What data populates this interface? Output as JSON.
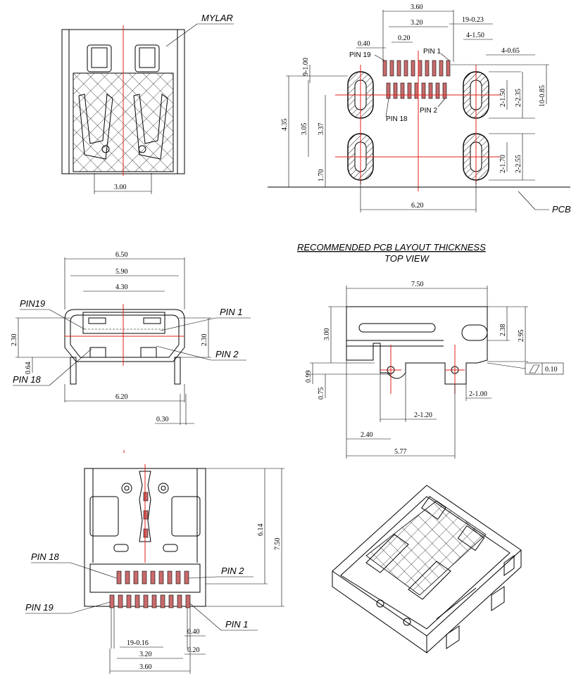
{
  "colors": {
    "centerline": "#e0221a",
    "ink": "#000000",
    "pad": "#c96b6b"
  },
  "top_left": {
    "mylar": "MYLAR",
    "dim_width": "3.00"
  },
  "pcb_layout": {
    "dims": {
      "d360": "3.60",
      "d320": "3.20",
      "d19_023": "19-0.23",
      "d040": "0.40",
      "d020": "0.20",
      "d4_150": "4-1.50",
      "d4_065": "4-0.65",
      "d9_100": "9-1.00",
      "d435": "4.35",
      "d305": "3.05",
      "d337": "3.37",
      "d170": "1.70",
      "d2_150": "2-1.50",
      "d2_235": "2-2.35",
      "d10_085": "10-0.85",
      "d2_170": "2-1.70",
      "d2_255": "2-2.55",
      "d620": "6.20"
    },
    "pins": {
      "pin19": "PIN 19",
      "pin1": "PIN 1",
      "pin18": "PIN 18",
      "pin2": "PIN 2"
    },
    "pcb": "PCB"
  },
  "caption": {
    "line1": "RECOMMENDED  PCB  LAYOUT  THICKNESS",
    "line2": "TOP  VIEW"
  },
  "front_view": {
    "dims": {
      "d650": "6.50",
      "d590": "5.90",
      "d430": "4.30",
      "d230a": "2.30",
      "d230b": "2.30",
      "d064": "0.64",
      "d620": "6.20",
      "d030": "0.30"
    },
    "pins": {
      "pin19": "PIN19",
      "pin1": "PIN  1",
      "pin2": "PIN  2",
      "pin18": "PIN  18"
    }
  },
  "side_view": {
    "dims": {
      "d750": "7.50",
      "d300": "3.00",
      "d238": "2.38",
      "d295": "2.95",
      "d099": "0.99",
      "d075": "0.75",
      "d2_100": "2-1.00",
      "d2_120": "2-1.20",
      "d240": "2.40",
      "d577": "5.77",
      "flat": "0.10"
    }
  },
  "bottom_view": {
    "dims": {
      "d614": "6.14",
      "d750": "7.50",
      "d040": "0.40",
      "d19_016": "19-0.16",
      "d320": "3.20",
      "d020": "0.20",
      "d360": "3.60"
    },
    "pins": {
      "pin18": "PIN  18",
      "pin2": "PIN  2",
      "pin19": "PIN  19",
      "pin1": "PIN  1"
    }
  }
}
